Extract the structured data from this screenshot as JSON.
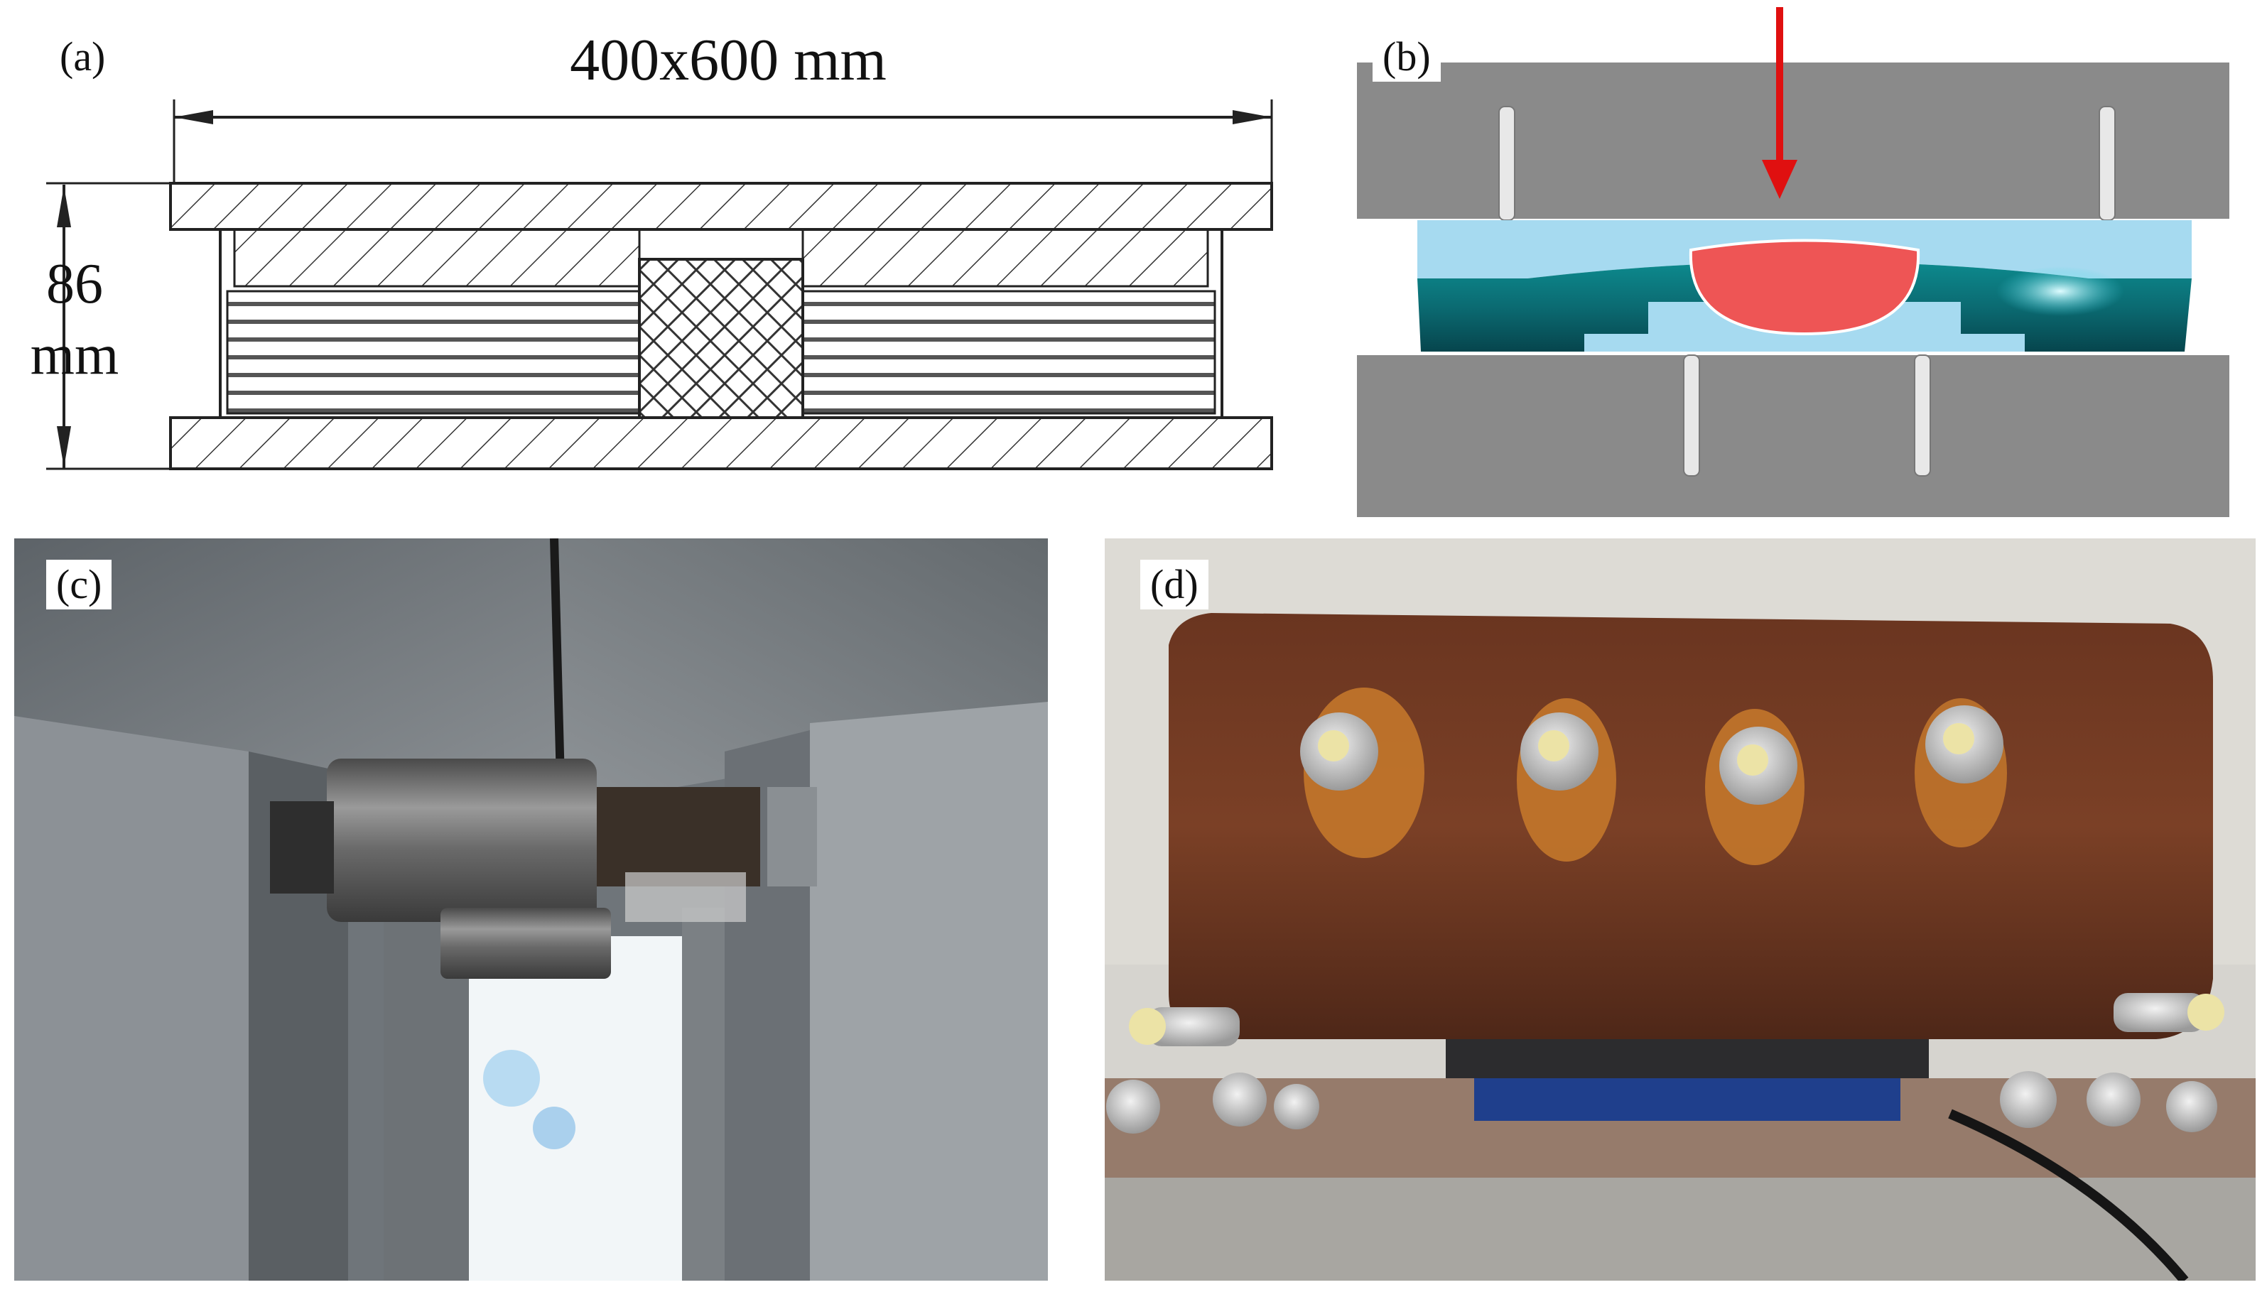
{
  "figure": {
    "panels": [
      {
        "label": "(a)",
        "width_label": "400x600 mm",
        "height_value": "86",
        "height_unit": "mm"
      },
      {
        "label": "(b)"
      },
      {
        "label": "(c)"
      },
      {
        "label": "(d)"
      }
    ]
  },
  "colors": {
    "steel_gray": "#8c8c8c",
    "sky_blue": "#a9dcef",
    "teal": "#0f7c80",
    "red_arrow": "#e01010",
    "red_ball": "#ee5a5a",
    "rust": "#6e3a22",
    "concrete": "#cfcfcf"
  }
}
